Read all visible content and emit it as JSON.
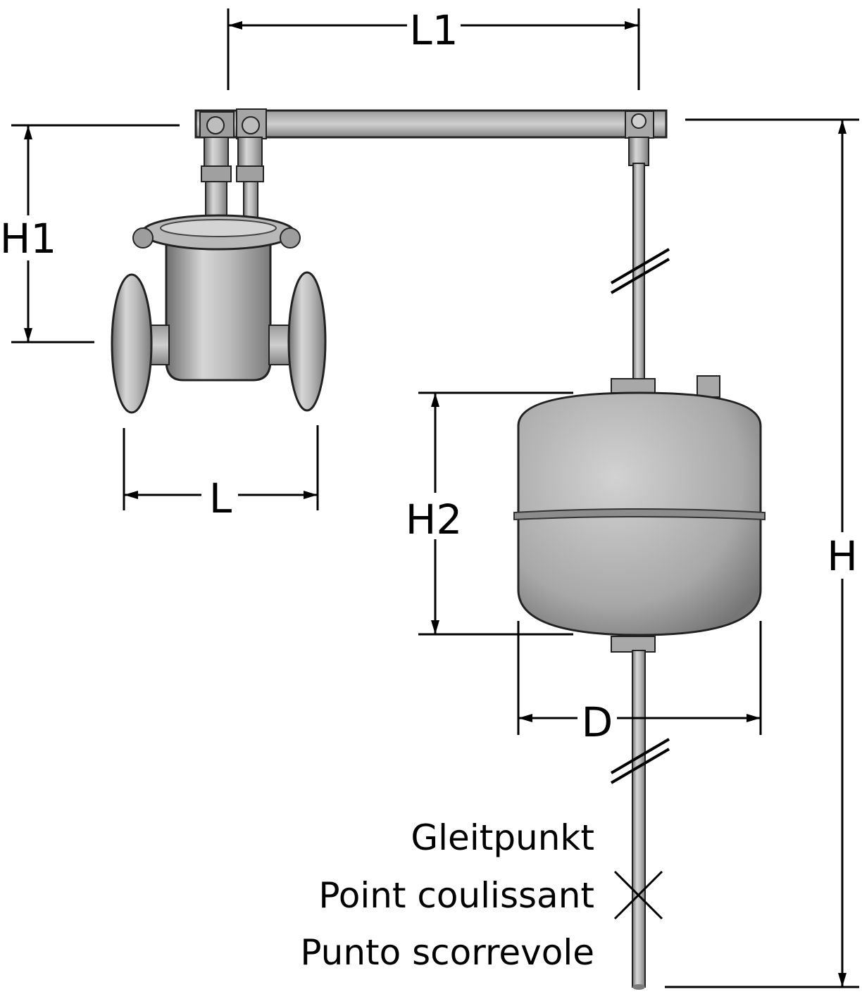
{
  "dimensions": {
    "l1": "L1",
    "h1": "H1",
    "l": "L",
    "h2": "H2",
    "d": "D",
    "h": "H"
  },
  "legend": {
    "line_de": "Gleitpunkt",
    "line_fr": "Point coulissant",
    "line_it": "Punto scorrevole"
  },
  "colors": {
    "metal_light": "#c8c8c8",
    "metal_dark": "#6e6e6e",
    "line": "#000000"
  }
}
